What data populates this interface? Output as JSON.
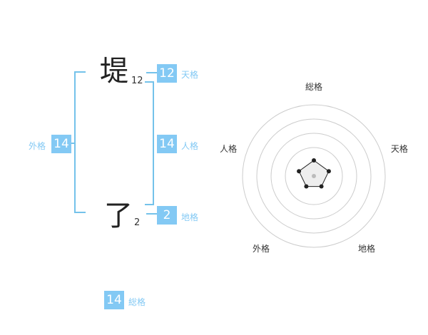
{
  "colors": {
    "accent": "#83c9f4",
    "bracket": "#74c2ea",
    "text": "#333333"
  },
  "chars": [
    {
      "char": "堤",
      "strokes": "12"
    },
    {
      "char": "了",
      "strokes": "2"
    }
  ],
  "kaku": {
    "ten": {
      "value": "12",
      "label": "天格"
    },
    "jin": {
      "value": "14",
      "label": "人格"
    },
    "chi": {
      "value": "2",
      "label": "地格"
    },
    "gai": {
      "value": "14",
      "label": "外格"
    },
    "sou": {
      "value": "14",
      "label": "総格"
    }
  },
  "radar": {
    "labels": [
      "総格",
      "天格",
      "地格",
      "外格",
      "人格"
    ],
    "values": [
      0.22,
      0.22,
      0.18,
      0.18,
      0.22
    ]
  }
}
